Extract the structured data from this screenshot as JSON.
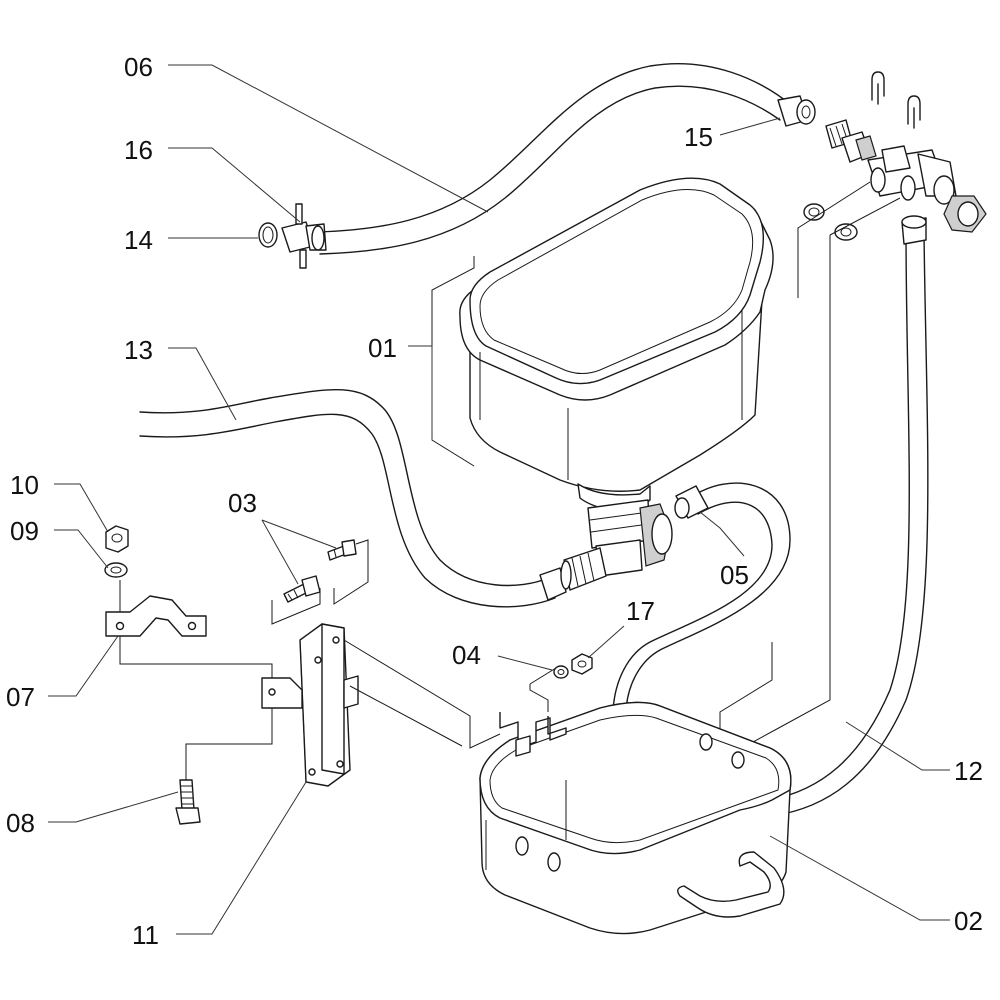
{
  "labels": {
    "p01": "01",
    "p02": "02",
    "p03": "03",
    "p04": "04",
    "p05": "05",
    "p06": "06",
    "p07": "07",
    "p08": "08",
    "p09": "09",
    "p10": "10",
    "p11": "11",
    "p12": "12",
    "p13": "13",
    "p14": "14",
    "p15": "15",
    "p16": "16",
    "p17": "17"
  }
}
